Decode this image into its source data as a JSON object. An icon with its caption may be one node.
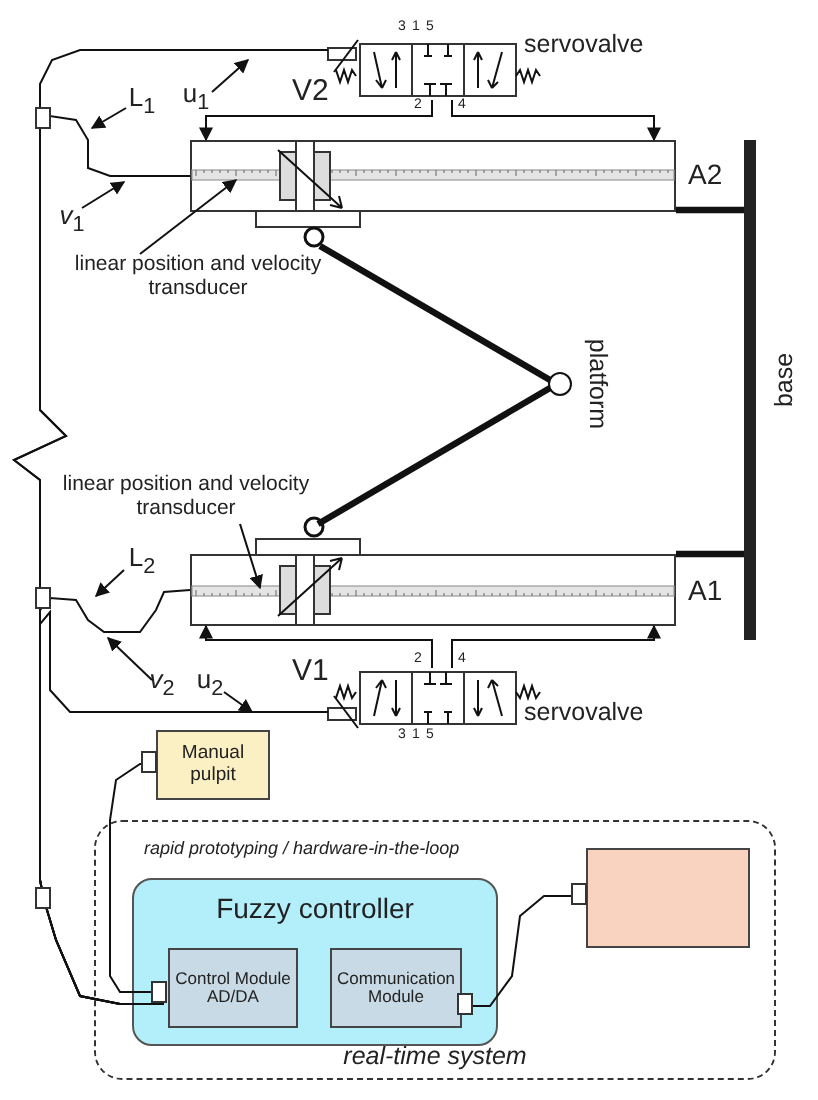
{
  "diagram": {
    "nodes": [
      {
        "text": [
          "rapid prototyping / hardware-in-the-loop",
          "real-time system"
        ]
      },
      {
        "text": [
          "Fuzzy controller"
        ],
        "in": 0
      },
      {
        "text": [
          "Control Module AD/DA"
        ],
        "in": 1
      },
      {
        "text": [
          "Communication Module"
        ],
        "in": 1
      },
      {
        "text": [],
        "shape": "box",
        "in": 0
      },
      {
        "text": [
          "Manual pulpit"
        ]
      },
      {
        "text": [],
        "shape": "valve",
        "beside": [
          "V2",
          "servovalve",
          "3",
          "1",
          "5",
          "2",
          "4"
        ]
      },
      {
        "text": [],
        "shape": "cylinder",
        "beside": [
          "A2"
        ]
      },
      {
        "text": [],
        "shape": "circle",
        "beside": [
          "platform"
        ]
      },
      {
        "text": [],
        "shape": "bar",
        "beside": [
          "base"
        ]
      },
      {
        "text": [],
        "shape": "cylinder",
        "beside": [
          "A1"
        ]
      },
      {
        "text": [],
        "shape": "valve",
        "beside": [
          "V1",
          "servovalve",
          "2",
          "4",
          "3",
          "1",
          "5"
        ]
      },
      {
        "text": [
          "L$_{1}$"
        ]
      },
      {
        "text": [
          "u$_{1}$"
        ]
      },
      {
        "text": [
          "*v*$_{1}$"
        ]
      },
      {
        "text": [
          "linear position and velocity transducer"
        ]
      },
      {
        "text": [
          "linear position and velocity transducer"
        ]
      },
      {
        "text": [
          "L$_{2}$"
        ]
      },
      {
        "text": [
          "*v*$_{2}$"
        ]
      },
      {
        "text": [
          "u$_{2}$"
        ]
      }
    ],
    "edges": [
      {
        "from": 2,
        "to": 6,
        "arrow": "none"
      },
      {
        "from": 2,
        "to": 11,
        "arrow": "none"
      },
      {
        "from": 2,
        "to": 7,
        "arrow": "none"
      },
      {
        "from": 2,
        "to": 10,
        "arrow": "none"
      },
      {
        "from": 5,
        "to": 2,
        "arrow": "none"
      },
      {
        "from": 3,
        "to": 4,
        "arrow": "none"
      },
      {
        "from": 6,
        "to": 7,
        "arrow": "to"
      },
      {
        "from": 6,
        "to": 7,
        "arrow": "to"
      },
      {
        "from": 11,
        "to": 10,
        "arrow": "to"
      },
      {
        "from": 11,
        "to": 10,
        "arrow": "to"
      },
      {
        "from": 7,
        "to": 8,
        "arrow": "none",
        "style": "thick"
      },
      {
        "from": 10,
        "to": 8,
        "arrow": "none",
        "style": "thick"
      },
      {
        "from": 7,
        "to": 9,
        "arrow": "none",
        "style": "thick"
      },
      {
        "from": 10,
        "to": 9,
        "arrow": "none",
        "style": "thick"
      },
      {
        "from": 12,
        "to": null,
        "arrow": "to"
      },
      {
        "from": 13,
        "to": null,
        "arrow": "to"
      },
      {
        "from": 14,
        "to": null,
        "arrow": "to"
      },
      {
        "from": 15,
        "to": 7,
        "arrow": "to"
      },
      {
        "from": 16,
        "to": 10,
        "arrow": "to"
      },
      {
        "from": 17,
        "to": null,
        "arrow": "to"
      },
      {
        "from": 18,
        "to": null,
        "arrow": "to"
      },
      {
        "from": 19,
        "to": null,
        "arrow": "to"
      }
    ]
  }
}
